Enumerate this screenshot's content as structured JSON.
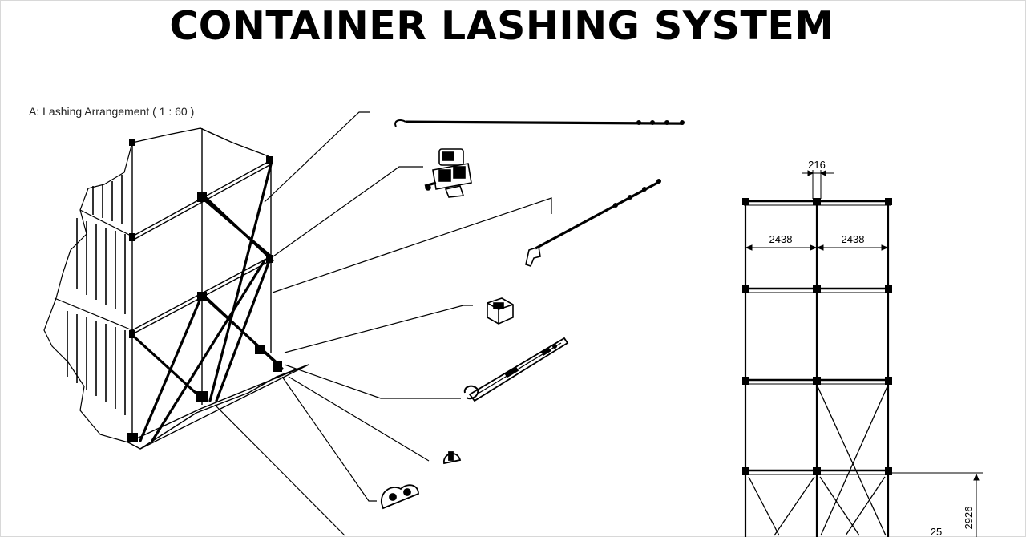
{
  "title": "CONTAINER LASHING SYSTEM",
  "caption": "A: Lashing Arrangement ( 1 : 60 )",
  "dimensions": {
    "top_gap": "216",
    "left_width": "2438",
    "right_width": "2438",
    "tier_height": "2926",
    "offset": "25"
  }
}
